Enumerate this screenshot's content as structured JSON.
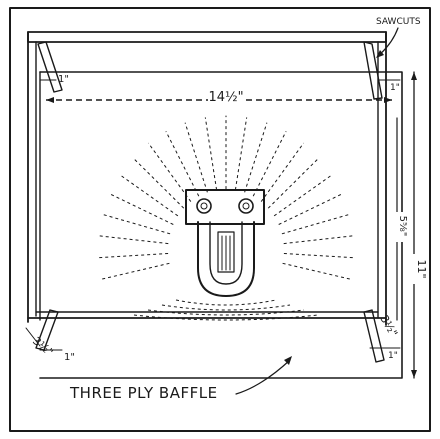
{
  "labels": {
    "sawcuts": "SAWCUTS",
    "width": "14½\"",
    "height_outer": "11\"",
    "height_inner": "5⅝\"",
    "top_left_inset": "1\"",
    "top_right_inset": "1\"",
    "bottom_left_inset": "1\"",
    "bottom_right_inset": "1\"",
    "left_depth": "3½\"",
    "right_depth": "3½\"",
    "caption": "THREE PLY BAFFLE"
  }
}
